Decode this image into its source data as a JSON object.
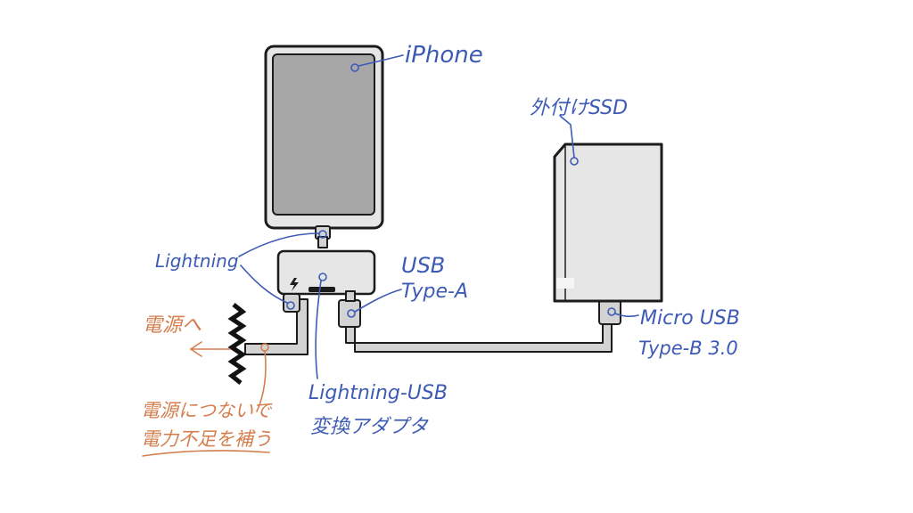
{
  "colors": {
    "ink": "#1c1c1c",
    "label_blue": "#3d5bb5",
    "label_orange": "#d47e4e",
    "device_fill": "#e6e6e6",
    "screen_fill": "#a7a7a7",
    "cable_fill": "#d3d3d3"
  },
  "labels": {
    "iphone": "iPhone",
    "ssd": "外付けSSD",
    "lightning": "Lightning",
    "usb_line1": "USB",
    "usb_line2": "Type-A",
    "micro_line1": "Micro USB",
    "micro_line2": "Type-B 3.0",
    "adapter_line1": "Lightning-USB",
    "adapter_line2": "変換アダプタ",
    "power_to": "電源へ",
    "power_note_line1": "電源につないで",
    "power_note_line2": "電力不足を補う"
  },
  "icons": {
    "bolt": "lightning-bolt-icon",
    "arrow": "left-arrow-icon",
    "break": "zigzag-break-icon"
  }
}
